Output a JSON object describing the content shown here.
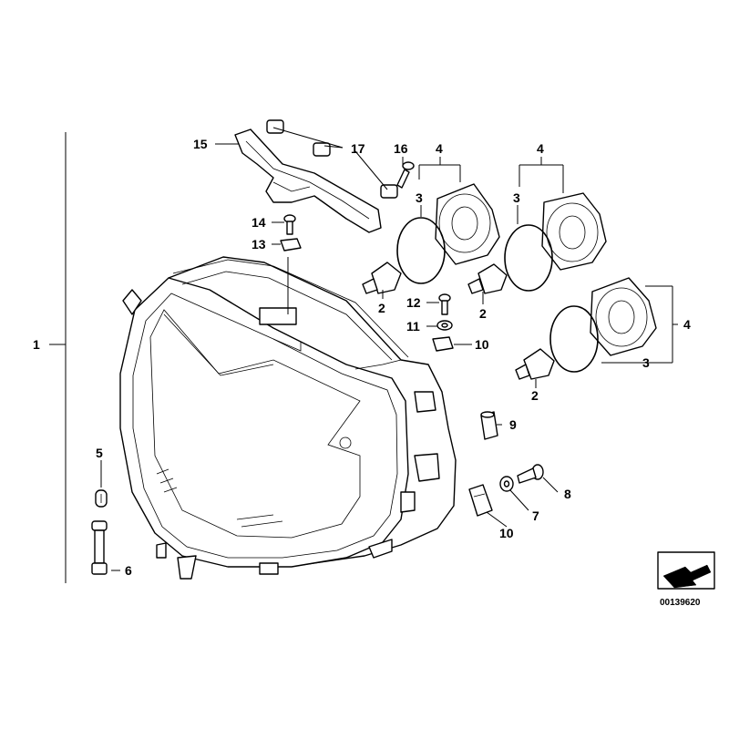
{
  "callouts": {
    "c1": "1",
    "c2a": "2",
    "c2b": "2",
    "c2c": "2",
    "c3a": "3",
    "c3b": "3",
    "c3c": "3",
    "c4a": "4",
    "c4b": "4",
    "c4c": "4",
    "c5": "5",
    "c6": "6",
    "c7": "7",
    "c8": "8",
    "c9": "9",
    "c10a": "10",
    "c10b": "10",
    "c11": "11",
    "c12": "12",
    "c13": "13",
    "c14": "14",
    "c15": "15",
    "c16": "16",
    "c17": "17"
  },
  "diagram_code": "00139620"
}
